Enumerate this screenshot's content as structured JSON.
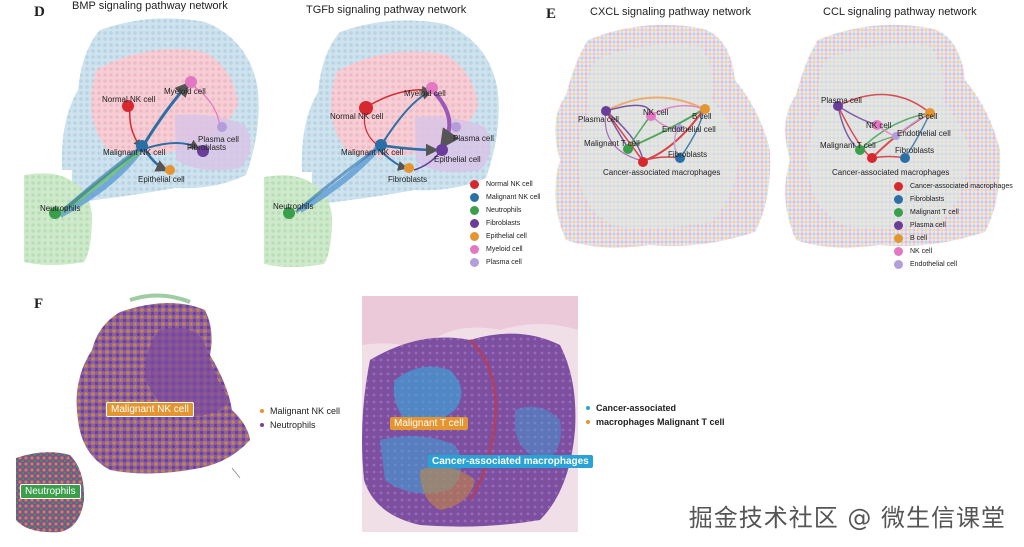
{
  "panels": {
    "D": {
      "letter": "D",
      "bmp": {
        "title": "BMP signaling pathway network",
        "nodes": [
          {
            "label": "Normal NK cell",
            "color": "#d7282f"
          },
          {
            "label": "Myeloid cell",
            "color": "#e377c2"
          },
          {
            "label": "Plasma cell",
            "color": "#b39ddb"
          },
          {
            "label": "Fibroblasts",
            "color": "#6a3d9a"
          },
          {
            "label": "Malignant NK cell",
            "color": "#2c6fa6"
          },
          {
            "label": "Epithelial cell",
            "color": "#e5952f"
          },
          {
            "label": "Neutrophils",
            "color": "#3a9e4a"
          }
        ]
      },
      "tgfb": {
        "title": "TGFb signaling pathway network",
        "nodes": [
          {
            "label": "Myeloid cell",
            "color": "#e377c2"
          },
          {
            "label": "Normal NK cell",
            "color": "#d7282f"
          },
          {
            "label": "Plasma cell",
            "color": "#b39ddb"
          },
          {
            "label": "Malignant NK cell",
            "color": "#2c6fa6"
          },
          {
            "label": "Epithelial cell",
            "color": "#6a3d9a"
          },
          {
            "label": "Fibroblasts",
            "color": "#e5952f"
          },
          {
            "label": "Neutrophils",
            "color": "#3a9e4a"
          }
        ]
      },
      "legend": [
        {
          "label": "Normal NK cell",
          "color": "#d7282f"
        },
        {
          "label": "Malignant NK cell",
          "color": "#2c6fa6"
        },
        {
          "label": "Neutrophils",
          "color": "#3a9e4a"
        },
        {
          "label": "Fibroblasts",
          "color": "#6a3d9a"
        },
        {
          "label": "Epithelial cell",
          "color": "#e5952f"
        },
        {
          "label": "Myeloid cell",
          "color": "#e377c2"
        },
        {
          "label": "Plasma cell",
          "color": "#b39ddb"
        }
      ]
    },
    "E": {
      "letter": "E",
      "cxcl": {
        "title": "CXCL signaling pathway network",
        "nodes": [
          {
            "label": "Plasma cell",
            "color": "#6a3d9a"
          },
          {
            "label": "NK cell",
            "color": "#e377c2"
          },
          {
            "label": "B cell",
            "color": "#e5952f"
          },
          {
            "label": "Endothelial cell",
            "color": "#b39ddb"
          },
          {
            "label": "Malignant T cell",
            "color": "#3a9e4a"
          },
          {
            "label": "Fibroblasts",
            "color": "#2c6fa6"
          },
          {
            "label": "Cancer-associated macrophages",
            "color": "#d7282f"
          }
        ]
      },
      "ccl": {
        "title": "CCL signaling pathway network",
        "nodes": [
          {
            "label": "Plasma cell",
            "color": "#6a3d9a"
          },
          {
            "label": "NK cell",
            "color": "#e377c2"
          },
          {
            "label": "B cell",
            "color": "#e5952f"
          },
          {
            "label": "Endothelial cell",
            "color": "#b39ddb"
          },
          {
            "label": "Malignant T cell",
            "color": "#3a9e4a"
          },
          {
            "label": "Fibroblasts",
            "color": "#2c6fa6"
          },
          {
            "label": "Cancer-associated macrophages",
            "color": "#d7282f"
          }
        ]
      },
      "legend": [
        {
          "label": "Cancer-associated macrophages",
          "color": "#d7282f"
        },
        {
          "label": "Fibroblasts",
          "color": "#2c6fa6"
        },
        {
          "label": "Malignant T cell",
          "color": "#3a9e4a"
        },
        {
          "label": "Plasma cell",
          "color": "#6a3d9a"
        },
        {
          "label": "B cell",
          "color": "#e5952f"
        },
        {
          "label": "NK cell",
          "color": "#e377c2"
        },
        {
          "label": "Endothelial cell",
          "color": "#b39ddb"
        }
      ]
    },
    "F": {
      "letter": "F",
      "left": {
        "tags": [
          {
            "text": "Malignant NK cell",
            "color": "#e5952f"
          },
          {
            "text": "Neutrophils",
            "color": "#3a9e4a"
          }
        ],
        "legend": [
          {
            "label": "Malignant NK cell",
            "color": "#e5952f"
          },
          {
            "label": "Neutrophils",
            "color": "#7b3f9a"
          }
        ]
      },
      "right": {
        "tags": [
          {
            "text": "Malignant T cell",
            "color": "#e5952f"
          },
          {
            "text": "Cancer-associated macrophages",
            "color": "#29a3d6"
          }
        ],
        "legend": [
          {
            "label": "Cancer-associated",
            "color": "#29a3d6"
          },
          {
            "label": "macrophages Malignant T cell",
            "color": "#e5952f"
          }
        ]
      }
    }
  },
  "watermark": "掘金技术社区 @ 微生信课堂"
}
